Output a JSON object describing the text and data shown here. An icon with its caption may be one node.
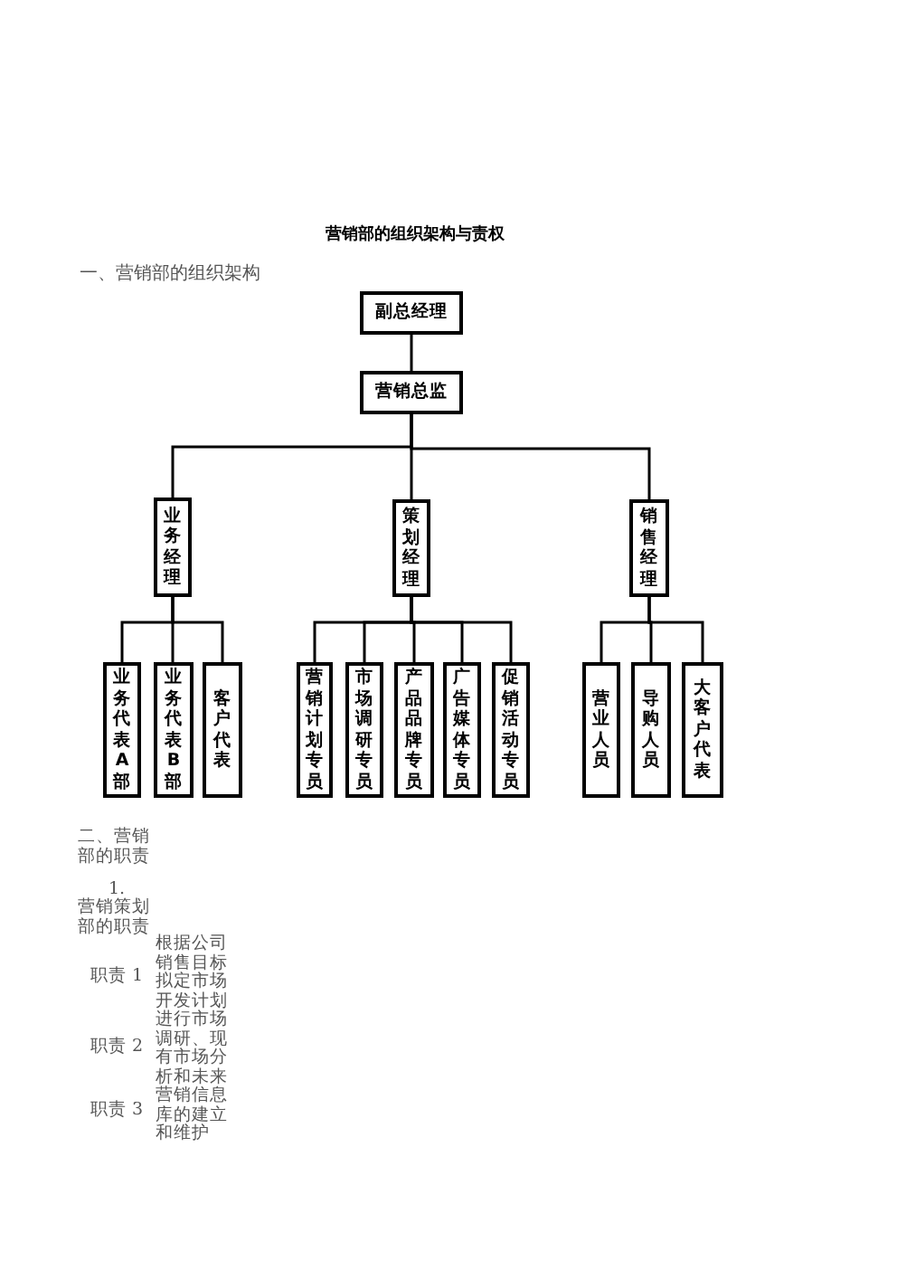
{
  "diagram": {
    "title": "营销部的组织架构与责权",
    "nodes": [
      {
        "text": [
          "副总经理"
        ]
      },
      {
        "text": [
          "营销总监"
        ]
      },
      {
        "text": [
          "业务经理"
        ]
      },
      {
        "text": [
          "策划经理"
        ]
      },
      {
        "text": [
          "销售经理"
        ]
      },
      {
        "text": [
          "业务代表A部"
        ]
      },
      {
        "text": [
          "业务代表B部"
        ]
      },
      {
        "text": [
          "客户代表"
        ]
      },
      {
        "text": [
          "营销计划专员"
        ]
      },
      {
        "text": [
          "市场调研专员"
        ]
      },
      {
        "text": [
          "产品品牌专员"
        ]
      },
      {
        "text": [
          "广告媒体专员"
        ]
      },
      {
        "text": [
          "促销活动专员"
        ]
      },
      {
        "text": [
          "营业人员"
        ]
      },
      {
        "text": [
          "导购人员"
        ]
      },
      {
        "text": [
          "大客户代表"
        ]
      }
    ],
    "edges": [
      {
        "from": 0,
        "to": 1,
        "arrow": "none"
      },
      {
        "from": 1,
        "to": 2,
        "arrow": "none"
      },
      {
        "from": 1,
        "to": 3,
        "arrow": "none"
      },
      {
        "from": 1,
        "to": 4,
        "arrow": "none"
      },
      {
        "from": 2,
        "to": 5,
        "arrow": "none"
      },
      {
        "from": 2,
        "to": 6,
        "arrow": "none"
      },
      {
        "from": 2,
        "to": 7,
        "arrow": "none"
      },
      {
        "from": 3,
        "to": 8,
        "arrow": "none"
      },
      {
        "from": 3,
        "to": 9,
        "arrow": "none"
      },
      {
        "from": 3,
        "to": 10,
        "arrow": "none"
      },
      {
        "from": 3,
        "to": 11,
        "arrow": "none"
      },
      {
        "from": 3,
        "to": 12,
        "arrow": "none"
      },
      {
        "from": 4,
        "to": 13,
        "arrow": "none"
      },
      {
        "from": 4,
        "to": 14,
        "arrow": "none"
      },
      {
        "from": 4,
        "to": 15,
        "arrow": "none"
      }
    ],
    "labels": [
      "一、营销部的组织架构",
      "二、营销部的职责",
      "1.",
      "营销策划部的职责",
      "职责 1",
      "根据公司销售目标拟定市场开发计划",
      "职责 2",
      "进行市场调研、现有市场分析和未来",
      "职责 3",
      "营销信息库的建立和维护"
    ]
  }
}
